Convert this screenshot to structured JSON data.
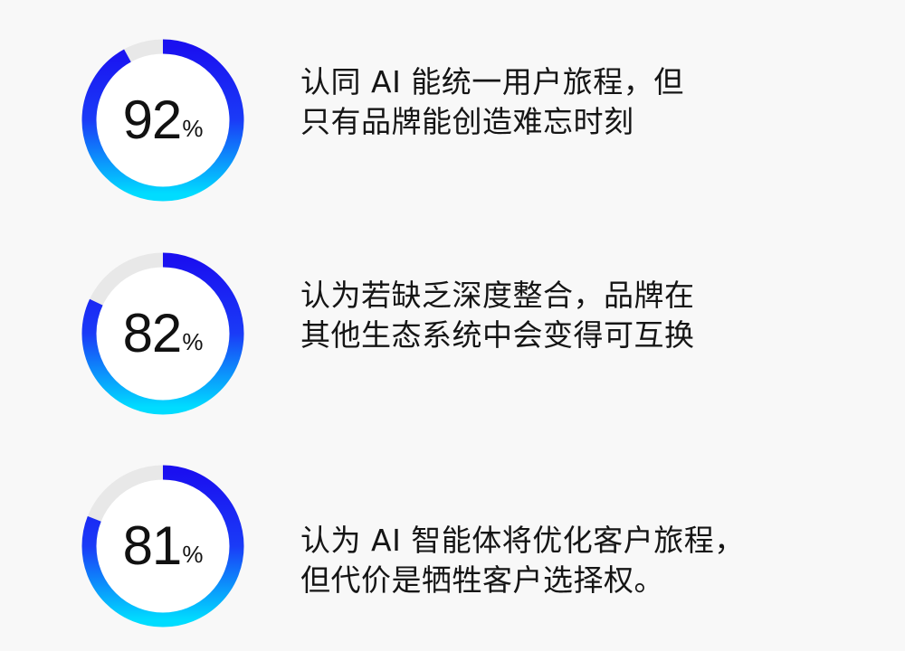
{
  "theme": {
    "background": "#f8f8f8",
    "ring_track": "#e8e8e8",
    "ring_gradient_start": "#00dcff",
    "ring_gradient_mid": "#1a3bf7",
    "ring_gradient_end": "#1a10f0",
    "text_color": "#151515"
  },
  "stats": [
    {
      "value": "92",
      "unit": "%",
      "lines": [
        "认同 AI 能统一用户旅程，但",
        "只有品牌能创造难忘时刻"
      ]
    },
    {
      "value": "82",
      "unit": "%",
      "lines": [
        "认为若缺乏深度整合，品牌在",
        "其他生态系统中会变得可互换"
      ]
    },
    {
      "value": "81",
      "unit": "%",
      "lines": [
        "认为 AI 智能体将优化客户旅程，",
        "但代价是牺牲客户选择权。"
      ]
    }
  ],
  "chart_data": {
    "type": "pie",
    "title": "",
    "categories": [
      "认同 AI 能统一用户旅程，但只有品牌能创造难忘时刻",
      "认为若缺乏深度整合，品牌在其他生态系统中会变得可互换",
      "认为 AI 智能体将优化客户旅程，但代价是牺牲客户选择权。"
    ],
    "values": [
      92,
      82,
      81
    ],
    "unit": "%",
    "style": "donut-progress-rings",
    "ylim": [
      0,
      100
    ]
  }
}
